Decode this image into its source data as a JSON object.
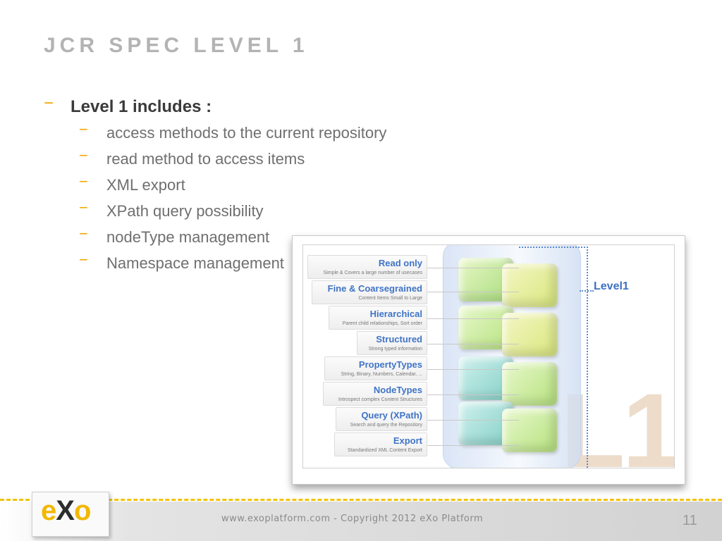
{
  "slide": {
    "title": "JCR SPEC LEVEL 1",
    "main_bullet": "Level 1 includes :",
    "dash": "−",
    "sub_bullets": [
      "access methods to the current repository",
      "read method to access items",
      "XML export",
      "XPath query possibility",
      "nodeType management",
      "Namespace management"
    ]
  },
  "figure": {
    "level_label": "Level1",
    "watermark": "L1",
    "labels": [
      {
        "title": "Read only",
        "desc": "Simple & Covers a large number of usecases"
      },
      {
        "title": "Fine & Coarsegrained",
        "desc": "Content Items Small to Large"
      },
      {
        "title": "Hierarchical",
        "desc": "Parent child relationships, Sort order"
      },
      {
        "title": "Structured",
        "desc": "Strong typed information"
      },
      {
        "title": "PropertyTypes",
        "desc": "String, Binary, Numbers, Calendar, ..."
      },
      {
        "title": "NodeTypes",
        "desc": "Introspect complex Content Structures"
      },
      {
        "title": "Query (XPath)",
        "desc": "Search and query the Repository"
      },
      {
        "title": "Export",
        "desc": "Standardized XML Content Export"
      }
    ]
  },
  "footer": {
    "logo_e": "e",
    "logo_x": "X",
    "logo_o": "o",
    "copyright": "www.exoplatform.com - Copyright 2012 eXo Platform",
    "page_number": "11"
  },
  "colors": {
    "accent": "#f2b800",
    "title_gray": "#b3b3b3",
    "label_blue": "#3f74c6"
  }
}
